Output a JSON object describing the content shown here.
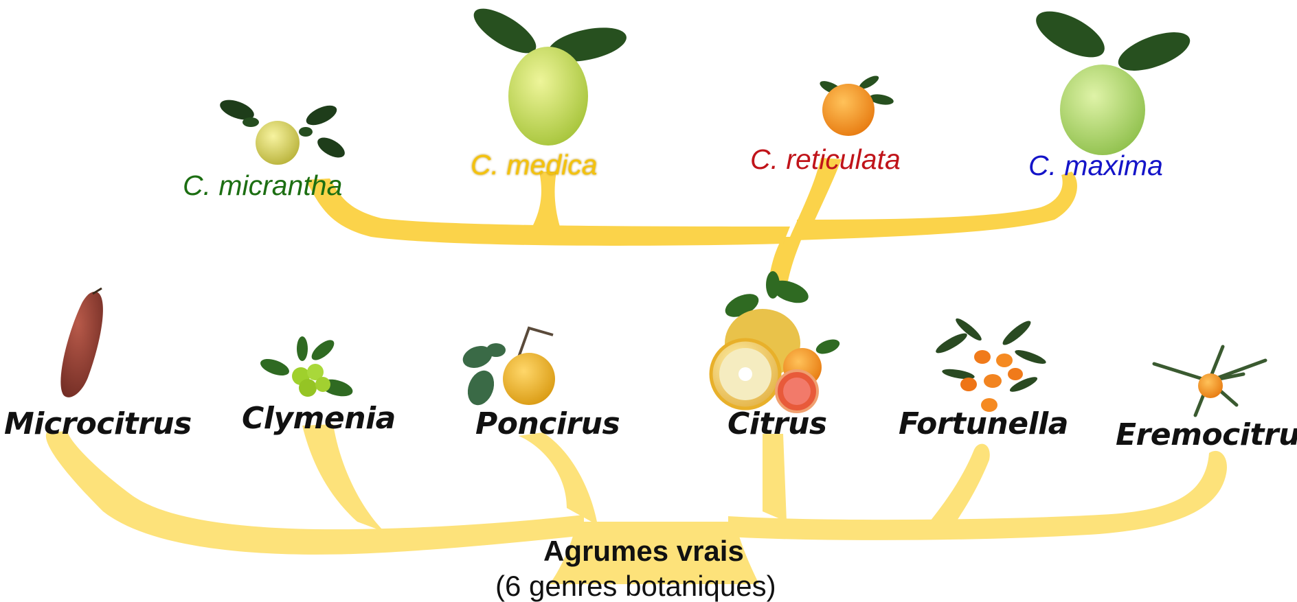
{
  "colors": {
    "branch": "#fbd34a",
    "branch_light": "#fde27a",
    "micrantha": "#1c6e12",
    "medica": "#f4c20d",
    "reticulata": "#c0141a",
    "maxima": "#1414c8"
  },
  "root": {
    "title": "Agrumes vrais",
    "subtitle": "(6 genres botaniques)"
  },
  "genera": [
    {
      "label": "Microcitrus",
      "icon": "finger-lime-fruit-icon"
    },
    {
      "label": "Clymenia",
      "icon": "clymenia-fruit-icon"
    },
    {
      "label": "Poncirus",
      "icon": "trifoliate-orange-icon"
    },
    {
      "label": "Citrus",
      "icon": "citrus-fruits-icon"
    },
    {
      "label": "Fortunella",
      "icon": "kumquat-branch-icon"
    },
    {
      "label": "Eremocitrus",
      "icon": "desert-lime-icon"
    }
  ],
  "species": [
    {
      "label": "C. micrantha",
      "icon": "micrantha-fruit-icon"
    },
    {
      "label": "C. medica",
      "icon": "citron-fruit-icon"
    },
    {
      "label": "C. reticulata",
      "icon": "mandarin-fruit-icon"
    },
    {
      "label": "C. maxima",
      "icon": "pomelo-fruit-icon"
    }
  ]
}
